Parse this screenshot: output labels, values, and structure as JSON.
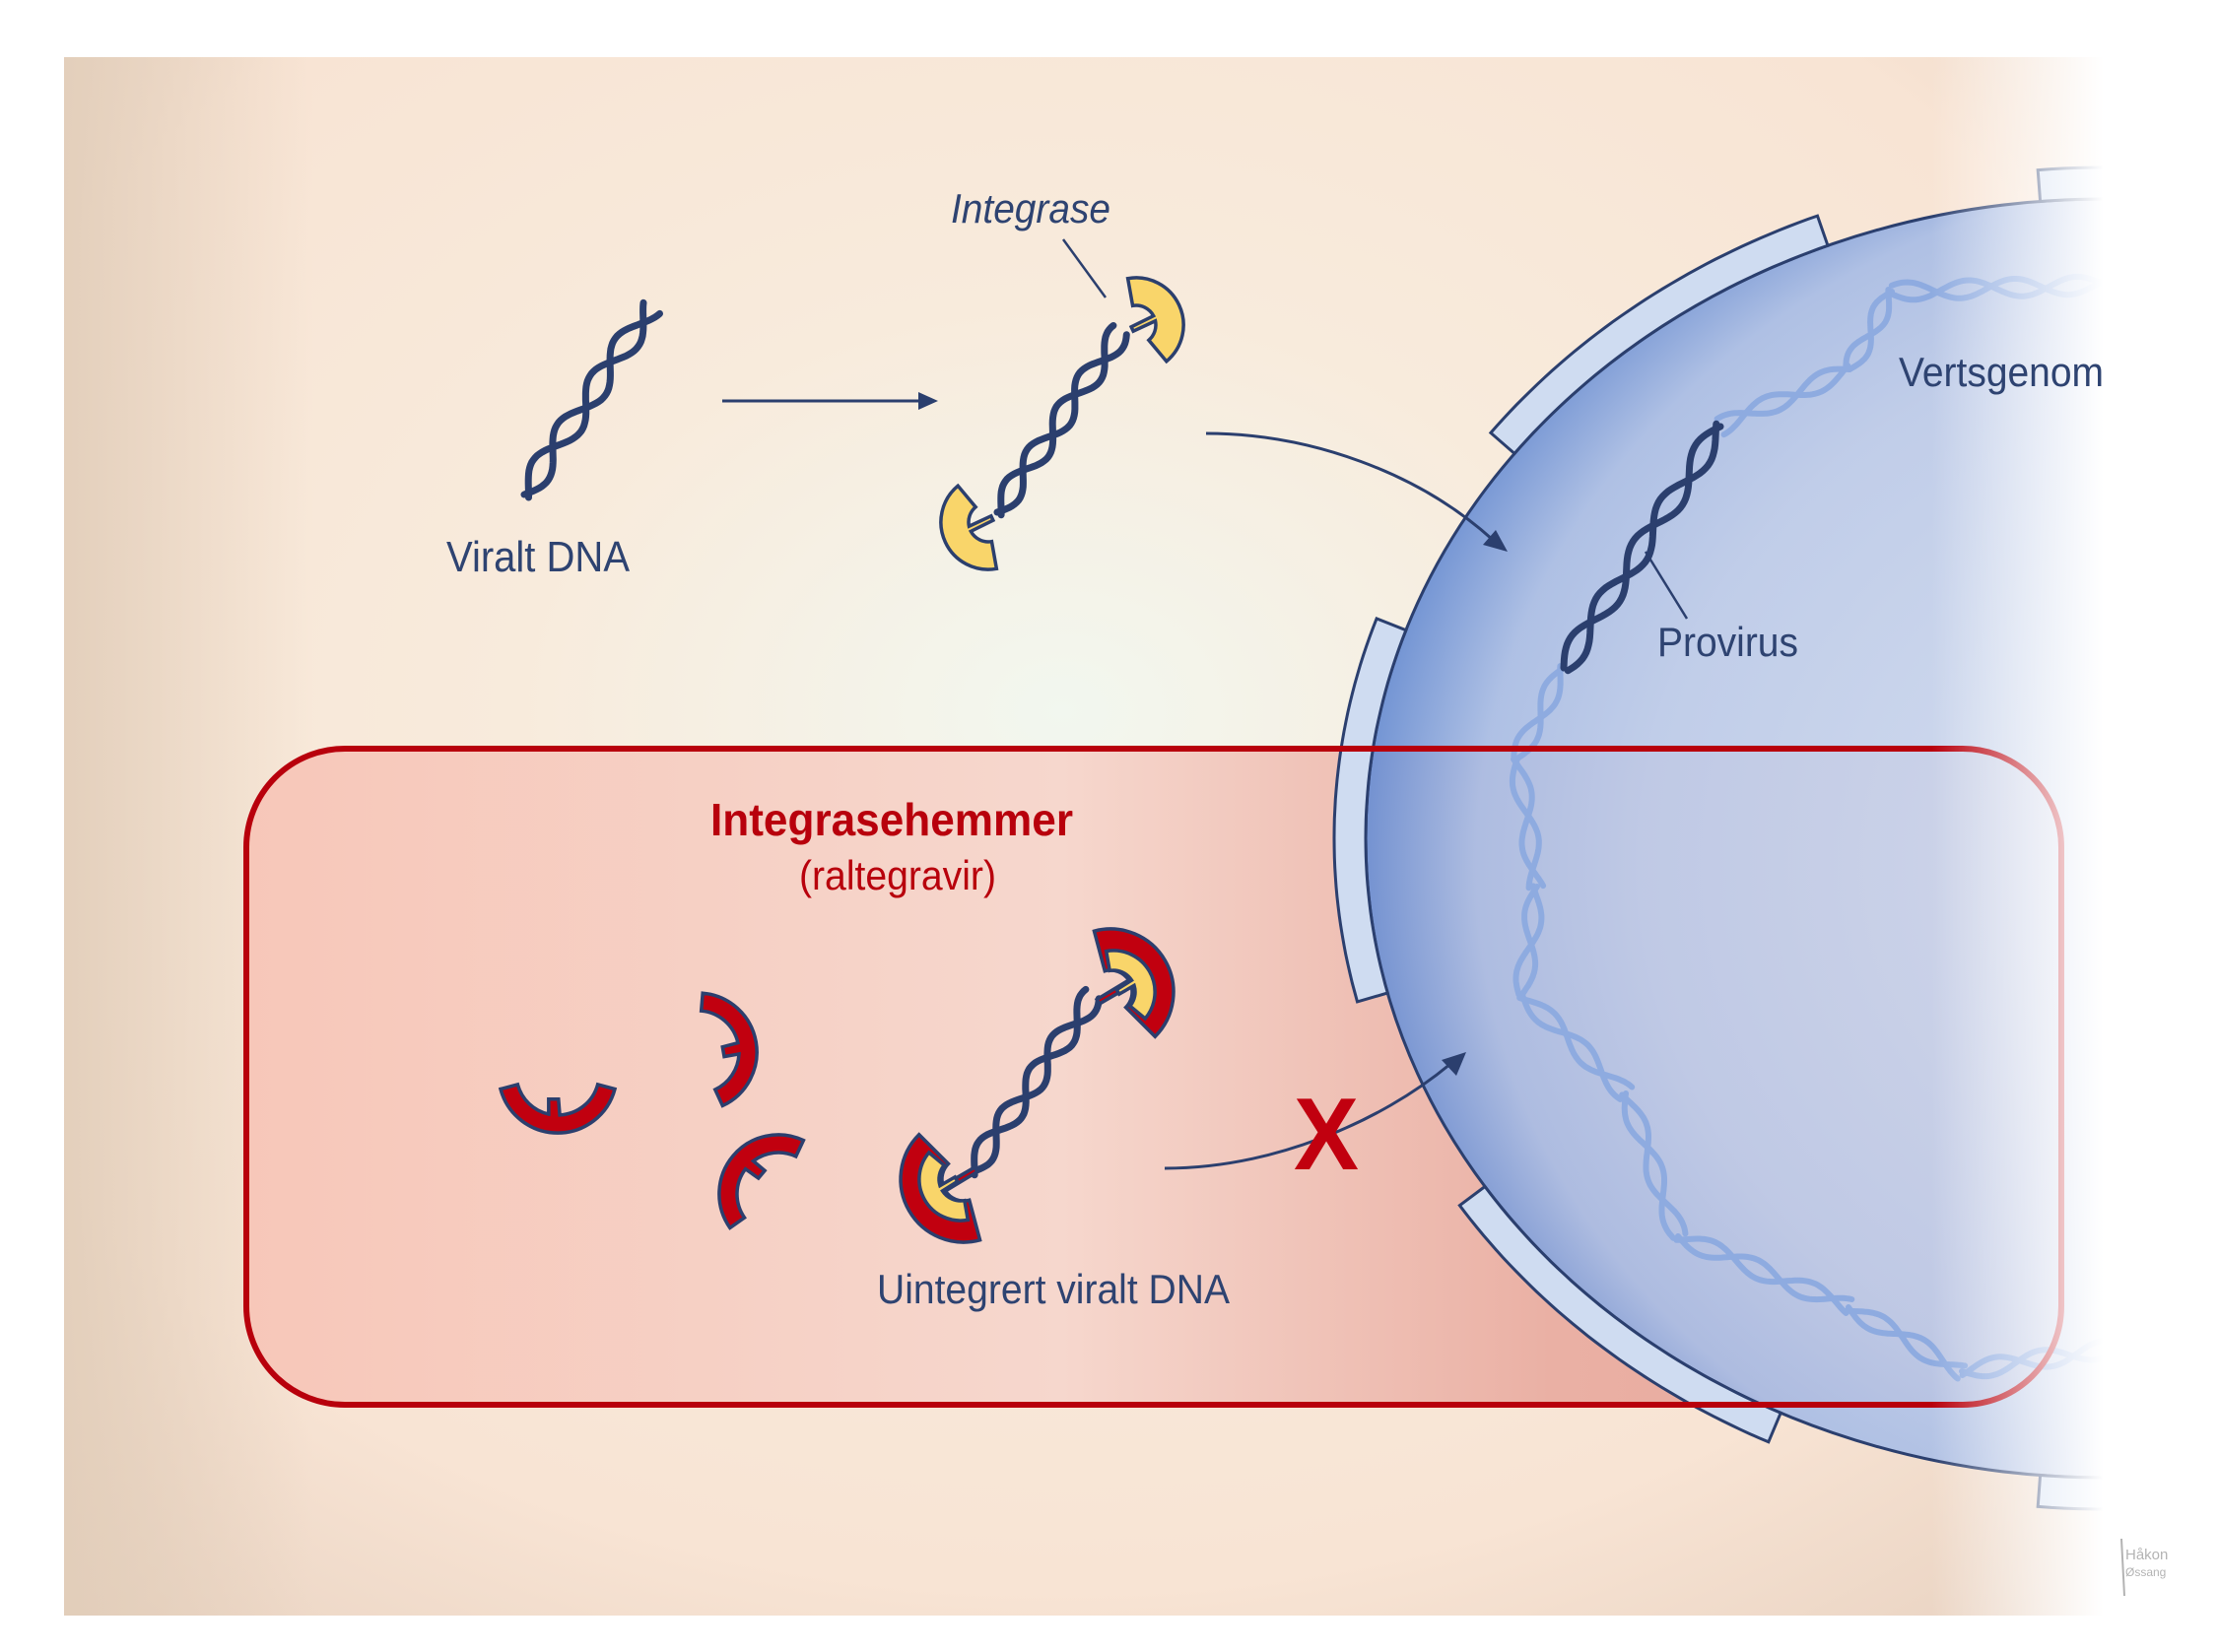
{
  "figure": {
    "type": "biological-process-diagram",
    "topic": "HIV integrase inhibition",
    "colors": {
      "background_warm": "#f8e5d6",
      "background_edge": "#e5d2c1",
      "navy": "#2b3f6e",
      "integrase_yellow": "#f9d56a",
      "inhibitor_red": "#c1000f",
      "box_border": "#b8000c",
      "box_fill_left": "#f7c8bc",
      "box_fill_right": "#e9a79b",
      "nucleus_deep": "#6f93d6",
      "nucleus_light": "#c9d6ee",
      "pore_fill": "#cfdcf1",
      "genome_strand": "#8eabe0",
      "signature": "#9a9a9a"
    }
  },
  "labels": {
    "viral_dna": "Viralt DNA",
    "integrase": "Integrase",
    "host_genome": "Vertsgenom",
    "provirus": "Provirus",
    "inhibitor_title": "Integrasehemmer",
    "inhibitor_drug": "(raltegravir)",
    "unintegrated": "Uintegrert viralt DNA",
    "blocked_mark": "X",
    "signature_line1": "Håkon",
    "signature_line2": "Øssang"
  },
  "icons": {
    "viral_dna": "double-helix-icon",
    "integrase": "integrase-enzyme-icon",
    "inhibitor": "inhibitor-molecule-icon",
    "nucleus": "cell-nucleus-icon",
    "nuclear_pore": "nuclear-pore-icon",
    "step_arrow": "arrow-right-icon",
    "blocked": "blocked-x-icon"
  },
  "elements": {
    "free_inhibitor_count": 3,
    "nuclear_pore_count": 5,
    "integration_blocked": true
  }
}
